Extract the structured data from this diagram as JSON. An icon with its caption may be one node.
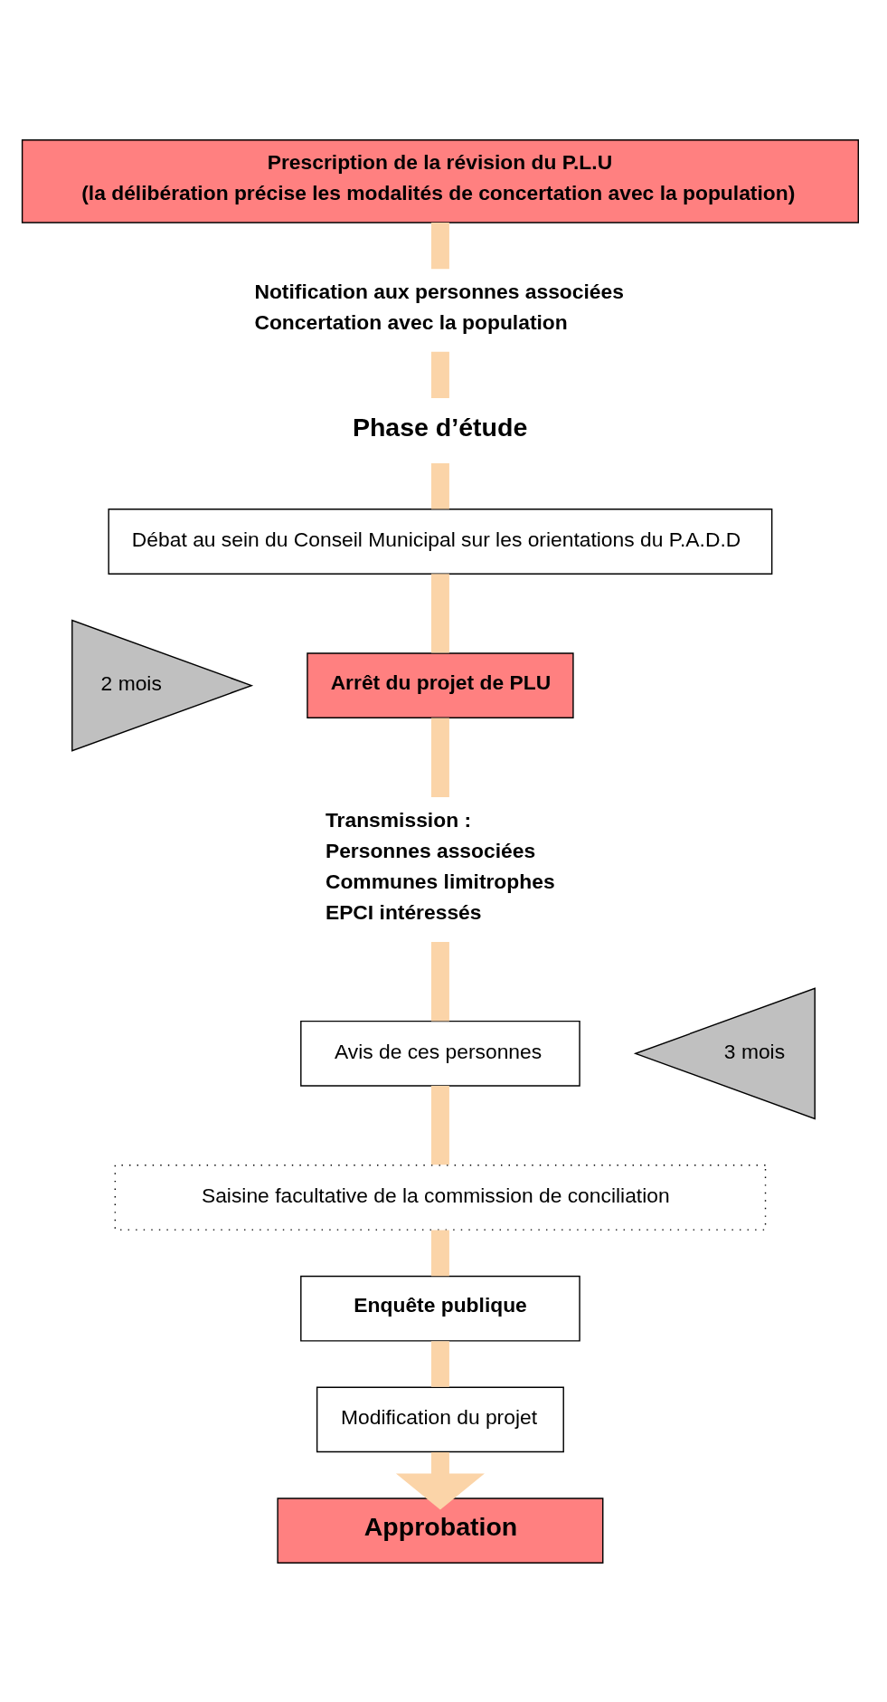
{
  "diagram": {
    "nodes": [
      {
        "text": [
          "Prescription de la révision du P.L.U",
          "(la délibération précise les modalités de concertation avec la population)"
        ]
      },
      {
        "text": [
          "Notification aux personnes associées",
          "Concertation avec la population"
        ]
      },
      {
        "text": [
          "Phase d’étude"
        ]
      },
      {
        "text": [
          "Débat au sein du Conseil Municipal sur les orientations du P.A.D.D"
        ]
      },
      {
        "text": [
          "Arrêt du projet de PLU"
        ]
      },
      {
        "text": [
          "Transmission :",
          "Personnes associées",
          "Communes limitrophes",
          "EPCI intéressés"
        ]
      },
      {
        "text": [
          "Avis de ces personnes"
        ]
      },
      {
        "text": [
          "Saisine facultative de la commission de conciliation"
        ]
      },
      {
        "text": [
          "Enquête publique"
        ]
      },
      {
        "text": [
          "Modification du projet"
        ]
      },
      {
        "text": [
          "Approbation"
        ]
      },
      {
        "text": [
          "2 mois"
        ]
      },
      {
        "text": [
          "3 mois"
        ]
      }
    ],
    "edges": [
      {
        "from": 0,
        "to": 1,
        "arrow": "none"
      },
      {
        "from": 1,
        "to": 2,
        "arrow": "none"
      },
      {
        "from": 2,
        "to": 3,
        "arrow": "none"
      },
      {
        "from": 3,
        "to": 4,
        "arrow": "none"
      },
      {
        "from": 4,
        "to": 5,
        "arrow": "none"
      },
      {
        "from": 5,
        "to": 6,
        "arrow": "none"
      },
      {
        "from": 6,
        "to": 7,
        "arrow": "none"
      },
      {
        "from": 7,
        "to": 8,
        "arrow": "none"
      },
      {
        "from": 8,
        "to": 9,
        "arrow": "none"
      },
      {
        "from": 9,
        "to": 10,
        "arrow": "to"
      }
    ]
  }
}
